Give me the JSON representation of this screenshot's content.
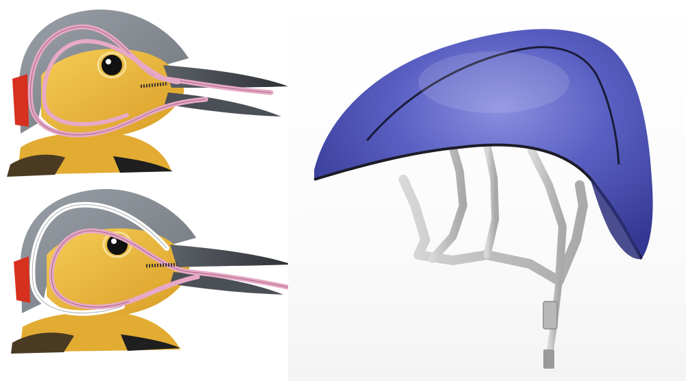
{
  "figure": {
    "panels": [
      {
        "id": "woodpecker-heads",
        "depicts": [
          "woodpecker-head-with-hyoid-tongue-wrap",
          "woodpecker-head-with-hyoid-tongue-extended"
        ]
      },
      {
        "id": "bicycle-helmet",
        "depicts": [
          "helmet-shell",
          "helmet-inner-frame",
          "chin-strap"
        ]
      }
    ]
  },
  "colors": {
    "background": "#ffffff",
    "bird_crown_gray": "#8a8f96",
    "bird_face_yellow": "#e9b83a",
    "bird_red_patch": "#d8301f",
    "bird_beak_dark": "#3d4147",
    "tongue_pink": "#e7a9c6",
    "tongue_white": "#ffffff",
    "helmet_shell_blue": "#4a4fae",
    "helmet_shell_highlight": "#7a80d6",
    "helmet_frame_gray": "#c9c9c9",
    "helmet_edge_dark": "#1c1c28"
  }
}
